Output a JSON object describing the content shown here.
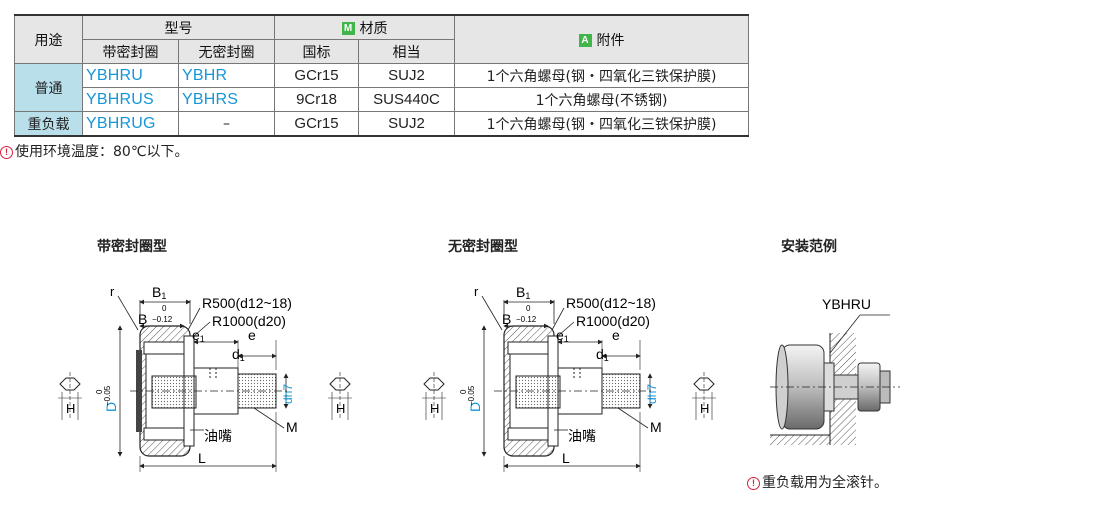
{
  "table": {
    "header": {
      "usage": "用途",
      "model": "型号",
      "sealed": "带密封圈",
      "unsealed": "无密封圈",
      "material_badge": "M",
      "material": "材质",
      "national": "国标",
      "equivalent": "相当",
      "accessory_badge": "A",
      "accessory": "附件"
    },
    "usage_normal": "普通",
    "rows": [
      {
        "sealed": "YBHRU",
        "unsealed": "YBHR",
        "national": "GCr15",
        "equivalent": "SUJ2",
        "accessory": "1个六角螺母(钢・四氧化三铁保护膜)"
      },
      {
        "sealed": "YBHRUS",
        "unsealed": "YBHRS",
        "national": "9Cr18",
        "equivalent": "SUS440C",
        "accessory": "1个六角螺母(不锈钢)"
      },
      {
        "usage": "重负载",
        "sealed": "YBHRUG",
        "unsealed": "–",
        "national": "GCr15",
        "equivalent": "SUJ2",
        "accessory": "1个六角螺母(钢・四氧化三铁保护膜)"
      }
    ]
  },
  "notes": {
    "temperature": "使用环境温度：80℃以下。",
    "heavy_load": "重负载用为全滚针。"
  },
  "diagrams": {
    "sealed_title": "带密封圈型",
    "unsealed_title": "无密封圈型",
    "install_title": "安装范例",
    "labels": {
      "r": "r",
      "B1": "B",
      "B1_sub": "1",
      "B": "B",
      "B_tol_upper": "0",
      "B_tol_lower": "−0.12",
      "R500": "R500(d12~18)",
      "R1000": "R1000(d20)",
      "e1": "e",
      "e1_sub": "1",
      "e": "e",
      "d1": "d",
      "d1_sub": "1",
      "D": "D",
      "D_tol_upper": "0",
      "D_tol_lower": "−0.05",
      "dh7": "dh7",
      "H": "H",
      "oil_nozzle": "油嘴",
      "M": "M",
      "L": "L"
    },
    "install_model": "YBHRU"
  }
}
